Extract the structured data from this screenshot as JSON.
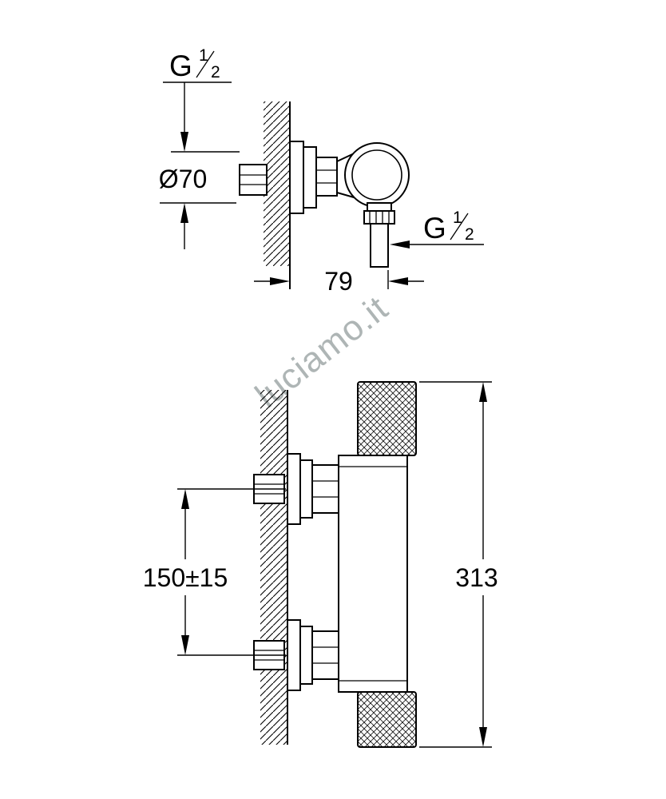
{
  "watermark": {
    "text": "luciamo.it"
  },
  "colors": {
    "drawing_line": "#000000",
    "watermark": "#9aa3a3",
    "background": "#ffffff"
  },
  "top_view": {
    "inlet_thread": {
      "prefix": "G",
      "numerator": "1",
      "denominator": "2"
    },
    "diameter": "Ø70",
    "depth": "79",
    "outlet_thread": {
      "prefix": "G",
      "numerator": "1",
      "denominator": "2"
    }
  },
  "front_view": {
    "center_distance": "150±15",
    "overall_height": "313"
  }
}
